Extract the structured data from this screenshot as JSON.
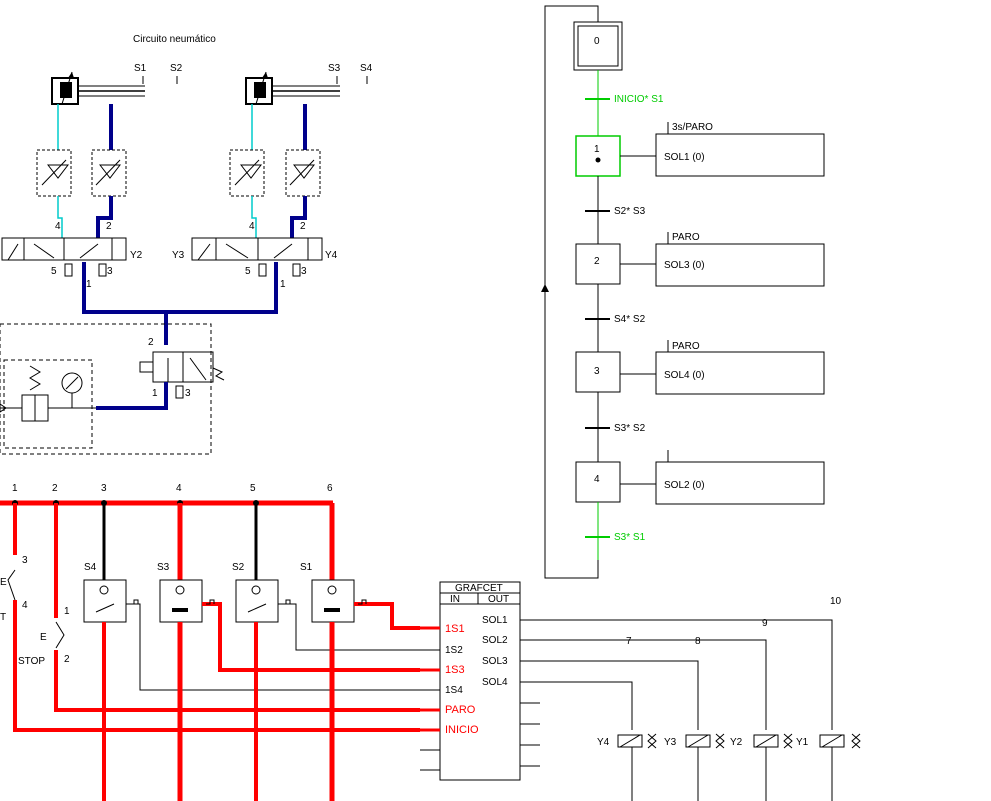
{
  "pneumatic": {
    "title": "Circuito   neumático",
    "sensor_s1": "S1",
    "sensor_s2": "S2",
    "sensor_s3": "S3",
    "sensor_s4": "S4",
    "valve1_coil": "Y2",
    "valve2_left_coil": "Y3",
    "valve2_right_coil": "Y4",
    "port_4": "4",
    "port_2": "2",
    "port_5": "5",
    "port_1": "1",
    "port_3": "3"
  },
  "grafcet_diagram": {
    "steps": [
      {
        "id": "0"
      },
      {
        "id": "1"
      },
      {
        "id": "2"
      },
      {
        "id": "3"
      },
      {
        "id": "4"
      }
    ],
    "transitions": [
      "INICIO* S1",
      "S2* S3",
      "S4* S2",
      "S3* S2",
      "S3* S1"
    ],
    "actions": [
      {
        "label": "SOL1 (0)",
        "qualifier": "3s/PARO"
      },
      {
        "label": "SOL3 (0)",
        "qualifier": "PARO"
      },
      {
        "label": "SOL4 (0)",
        "qualifier": "PARO"
      },
      {
        "label": "SOL2 (0)",
        "qualifier": ""
      }
    ]
  },
  "electrical": {
    "column_numbers": [
      "1",
      "2",
      "3",
      "4",
      "5",
      "6",
      "7",
      "8",
      "9",
      "10"
    ],
    "sensors": [
      "S4",
      "S3",
      "S2",
      "S1"
    ],
    "start_contacts": [
      "3",
      "4"
    ],
    "stop_contacts": [
      "1",
      "2"
    ],
    "start_partial": "T",
    "stop_label": "STOP",
    "grafcet_block": {
      "title": "GRAFCET",
      "in_header": "IN",
      "out_header": "OUT",
      "inputs": [
        "1S1",
        "1S2",
        "1S3",
        "1S4",
        "PARO",
        "INICIO"
      ],
      "outputs": [
        "SOL1",
        "SOL2",
        "SOL3",
        "SOL4"
      ]
    },
    "coils": [
      "Y4",
      "Y3",
      "Y2",
      "Y1"
    ]
  },
  "colors": {
    "energized": "#ff0000",
    "pressure_line": "#00008b",
    "exhaust_line": "#00cccc",
    "active_step": "#00cc00"
  }
}
